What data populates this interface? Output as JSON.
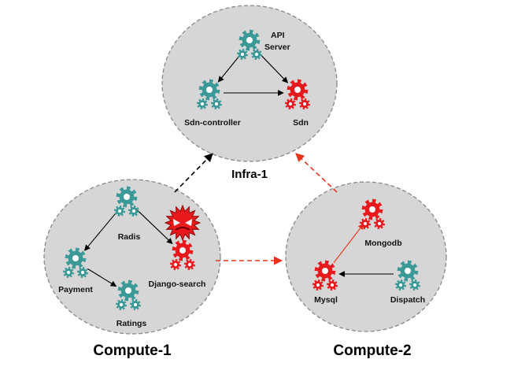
{
  "colors": {
    "healthy": "#3b9a98",
    "faulty": "#e8191d",
    "host_fill": "#d6d6d6",
    "host_stroke": "#888888",
    "local_edge": "#000000",
    "cross_edge_ok": "#000000",
    "cross_edge_fault": "#e8341c"
  },
  "hosts": {
    "infra": {
      "label": "Infra-1"
    },
    "compute1": {
      "label": "Compute-1"
    },
    "compute2": {
      "label": "Compute-2"
    }
  },
  "services": [
    {
      "key": "api",
      "label_lines": [
        "API",
        "Server"
      ],
      "state": "healthy",
      "icon": "gears-icon"
    },
    {
      "key": "sdnctl",
      "label_lines": [
        "Sdn-controller"
      ],
      "state": "healthy",
      "icon": "gears-icon"
    },
    {
      "key": "sdn",
      "label_lines": [
        "Sdn"
      ],
      "state": "faulty",
      "icon": "gears-icon"
    },
    {
      "key": "radis",
      "label_lines": [
        "Radis"
      ],
      "state": "healthy",
      "icon": "gears-icon"
    },
    {
      "key": "payment",
      "label_lines": [
        "Payment"
      ],
      "state": "healthy",
      "icon": "gears-icon"
    },
    {
      "key": "django",
      "label_lines": [
        "Django-search"
      ],
      "state": "faulty",
      "icon": "gears-icon"
    },
    {
      "key": "ratings",
      "label_lines": [
        "Ratings"
      ],
      "state": "healthy",
      "icon": "gears-icon"
    },
    {
      "key": "mongodb",
      "label_lines": [
        "Mongodb"
      ],
      "state": "faulty",
      "icon": "gears-icon"
    },
    {
      "key": "mysql",
      "label_lines": [
        "Mysql"
      ],
      "state": "faulty",
      "icon": "gears-icon"
    },
    {
      "key": "dispatch",
      "label_lines": [
        "Dispatch"
      ],
      "state": "healthy",
      "icon": "gears-icon"
    }
  ],
  "fault_icon": {
    "name": "malware-icon"
  },
  "edges": [
    {
      "from": "api",
      "to": "sdnctl",
      "style": "solid",
      "color": "#000000"
    },
    {
      "from": "api",
      "to": "sdn",
      "style": "solid",
      "color": "#000000"
    },
    {
      "from": "sdnctl",
      "to": "sdn",
      "style": "solid",
      "color": "#000000"
    },
    {
      "from": "radis",
      "to": "payment",
      "style": "solid",
      "color": "#000000"
    },
    {
      "from": "radis",
      "to": "django",
      "style": "solid",
      "color": "#000000"
    },
    {
      "from": "payment",
      "to": "ratings",
      "style": "solid",
      "color": "#000000"
    },
    {
      "from": "dispatch",
      "to": "mysql",
      "style": "solid",
      "color": "#000000"
    },
    {
      "from": "mysql",
      "to": "mongodb",
      "style": "solid",
      "color": "#e8341c"
    },
    {
      "from": "compute1",
      "to": "infra",
      "style": "dashed",
      "color": "#000000"
    },
    {
      "from": "compute2",
      "to": "infra",
      "style": "dashed",
      "color": "#e8341c"
    },
    {
      "from": "compute1",
      "to": "compute2",
      "style": "dashed",
      "color": "#e8341c"
    }
  ]
}
